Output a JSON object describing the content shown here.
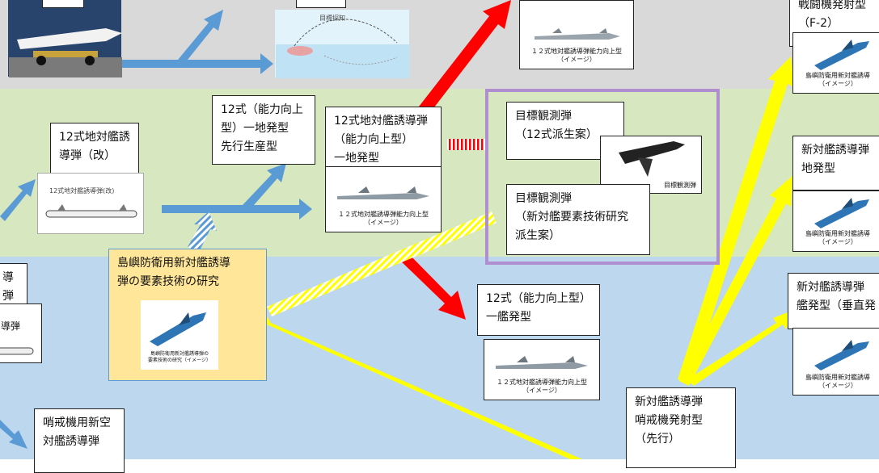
{
  "colors": {
    "gray_band": "#d9d9d9",
    "green_band": "#d7e8c0",
    "blue_band": "#bdd7ee",
    "arrow_blue": "#5b9bd5",
    "arrow_red": "#ff0000",
    "arrow_yellow": "#ffff00",
    "frame_purple": "#b08fd0",
    "study_box": "#ffe699"
  },
  "boxes": {
    "type12_kai": "12式地対艦誘\n導弾（改）",
    "type12_improved_prelim": "12式（能力向上\n型）一地発型\n先行生産型",
    "type12_improved_ground": "12式地対艦誘導弾\n（能力向上型）\n一地発型",
    "target_obs_type12": "目標観測弾\n（12式派生案）",
    "target_obs_new": "目標観測弾\n（新対艦要素技術研究\n派生案）",
    "island_study": "島嶼防衛用新対艦誘導\n弾の要素技術の研究",
    "type12_improved_ship": "12式（能力向上型）\n一艦発型",
    "new_asm_patrol": "新対艦誘導弾\n哨戒機発射型\n（先行）",
    "patrol_air_asm": "哨戒機用新空\n対艦誘導弾",
    "new_asm_ground": "新対艦誘導弾\n地発型",
    "new_asm_ship": "新対艦誘導弾\n艦発型（垂直発",
    "fighter_f2": "戦闘機発射型\n（F-2）",
    "left_partial": "導弾"
  },
  "captions": {
    "type12_kai_img": "12式地対艦誘導弾(改)",
    "improved_img_top": "１２式地対艦誘導弾能力向上型\n（イメージ）",
    "improved_img_mid": "１２式地対艦誘導弾能力向上型\n（イメージ）",
    "improved_img_ship": "１２式地対艦誘導弾能力向上型\n（イメージ）",
    "target_obs_img": "目標観測弾",
    "island_img": "島嶼防衛用新対艦誘導弾の\n要素技術の研究（イメージ）",
    "island_img_f2": "島嶼防衛用新対艦誘導\n（イメージ）",
    "island_img_ground": "島嶼防衛用新対艦誘導\n（イメージ）",
    "island_img_ship": "島嶼防衛用新対艦誘導\n（イメージ）"
  },
  "diagram_tags": {
    "scene_label": "目標探知"
  }
}
